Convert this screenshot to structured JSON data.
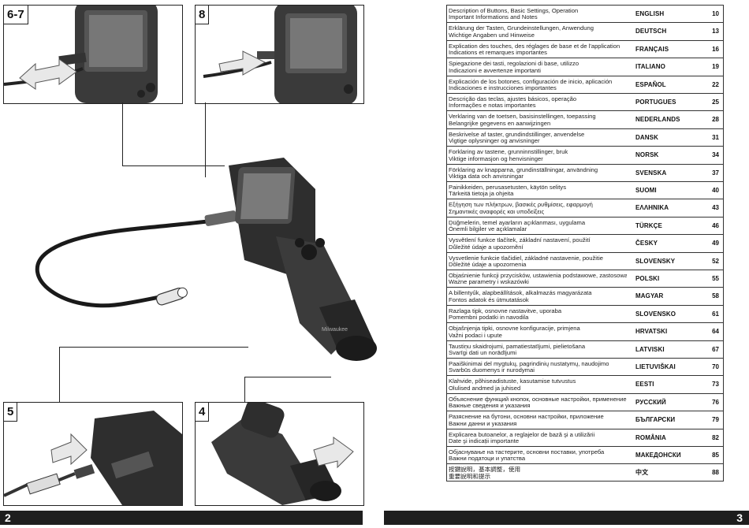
{
  "figures": {
    "fig_6_7": "6-7",
    "fig_8": "8",
    "fig_5": "5",
    "fig_4": "4",
    "main_illus_brand": "Milwaukee"
  },
  "toc": [
    {
      "desc": [
        "Description of Buttons, Basic Settings, Operation",
        "Important Informations and Notes"
      ],
      "lang": "ENGLISH",
      "page": "10"
    },
    {
      "desc": [
        "Erklärung der Tasten, Grundeinstellungen, Anwendung",
        "Wichtige Angaben und Hinweise"
      ],
      "lang": "DEUTSCH",
      "page": "13"
    },
    {
      "desc": [
        "Explication des touches, des réglages de base et de l'application",
        "Indications et remarques importantes"
      ],
      "lang": "FRANÇAIS",
      "page": "16"
    },
    {
      "desc": [
        "Spiegazione dei tasti, regolazioni di base, utilizzo",
        "Indicazioni e avvertenze importanti"
      ],
      "lang": "ITALIANO",
      "page": "19"
    },
    {
      "desc": [
        "Explicación de los botones, configuración de inicio, aplicación",
        "Indicaciones e instrucciones importantes"
      ],
      "lang": "ESPAÑOL",
      "page": "22"
    },
    {
      "desc": [
        "Descrição das teclas, ajustes básicos, operação",
        "Informações e notas importantes"
      ],
      "lang": "PORTUGUES",
      "page": "25"
    },
    {
      "desc": [
        "Verklaring van de toetsen, basisinstellingen, toepassing",
        "Belangrijke gegevens en aanwijzingen"
      ],
      "lang": "NEDERLANDS",
      "page": "28"
    },
    {
      "desc": [
        "Beskrivelse af taster, grundindstillinger, anvendelse",
        "Vigtige oplysninger og anvisninger"
      ],
      "lang": "DANSK",
      "page": "31"
    },
    {
      "desc": [
        "Forklaring av tastene, grunninnstillinger, bruk",
        "Viktige informasjon og henvisninger"
      ],
      "lang": "NORSK",
      "page": "34"
    },
    {
      "desc": [
        "Förklaring av knapparna, grundinställningar, användning",
        "Viktiga data och anvisningar"
      ],
      "lang": "SVENSKA",
      "page": "37"
    },
    {
      "desc": [
        "Painikkeiden, perusasetusten, käytön selitys",
        "Tärkeitä tietoja ja ohjeita"
      ],
      "lang": "SUOMI",
      "page": "40"
    },
    {
      "desc": [
        "Εξήγηση των πλήκτρων, βασικές ρυθμίσεις, εφαρμογή",
        "Σημαντικές αναφορές και υποδείξεις"
      ],
      "lang": "ΕΛΛΗΝΙΚΑ",
      "page": "43"
    },
    {
      "desc": [
        "Düğmelerin, temel ayarların açıklanması, uygulama",
        "Önemli bilgiler ve açıklamalar"
      ],
      "lang": "TÜRKÇE",
      "page": "46"
    },
    {
      "desc": [
        "Vysvětlení funkce tlačítek, základní nastavení, použití",
        "Důležité údaje a upozornění"
      ],
      "lang": "ČESKY",
      "page": "49"
    },
    {
      "desc": [
        "Vysvetlenie funkcie tlačidiel, základné nastavenie, použitie",
        "Dôležité údaje a upozornenia"
      ],
      "lang": "SLOVENSKY",
      "page": "52"
    },
    {
      "desc": [
        "Objaśnienie funkcji przycisków, ustawienia podstawowe, zastosowanie",
        "Ważne parametry i wskazówki"
      ],
      "lang": "POLSKI",
      "page": "55"
    },
    {
      "desc": [
        "A billentyűk, alapbeállítások, alkalmazás magyarázata",
        "Fontos adatok és útmutatások"
      ],
      "lang": "MAGYAR",
      "page": "58"
    },
    {
      "desc": [
        "Razlaga tipk, osnovne nastavitve, uporaba",
        "Pomembni podatki in navodila"
      ],
      "lang": "SLOVENSKO",
      "page": "61"
    },
    {
      "desc": [
        "Objašnjenja tipki, osnovne konfiguracije, primjena",
        "Važni podaci i upute"
      ],
      "lang": "HRVATSKI",
      "page": "64"
    },
    {
      "desc": [
        "Taustiņu skaidrojumi, pamatiestatījumi, pielietošana",
        "Svarīgi dati un norādījumi"
      ],
      "lang": "LATVISKI",
      "page": "67"
    },
    {
      "desc": [
        "Paaiškinimai del mygtukų, pagrindinių nustatymų, naudojimo",
        "Svarbūs duomenys ir nurodymai"
      ],
      "lang": "LIETUVIŠKAI",
      "page": "70"
    },
    {
      "desc": [
        "Klahvide, põhiseadistuste, kasutamise tutvustus",
        "Olulised andmed ja juhised"
      ],
      "lang": "EESTI",
      "page": "73"
    },
    {
      "desc": [
        "Объяснение функций кнопок, основные настройки, применение",
        "Важные сведения и указания"
      ],
      "lang": "РУССКИЙ",
      "page": "76"
    },
    {
      "desc": [
        "Разяснение на бутони, основни настройки, приложение",
        "Важни данни и указания"
      ],
      "lang": "БЪЛГАРСКИ",
      "page": "79"
    },
    {
      "desc": [
        "Explicarea butoanelor, a reglajelor de bază şi a utilizării",
        "Date şi indicații importante"
      ],
      "lang": "ROMÂNIA",
      "page": "82"
    },
    {
      "desc": [
        "Објаснување на тастерите, основни поставки, употреба",
        "Важни податоци и упатства"
      ],
      "lang": "МАКЕДОНСКИ",
      "page": "85"
    },
    {
      "desc": [
        "按鍵說明，基本調整，使用",
        "重要說明和提示"
      ],
      "lang": "中文",
      "page": "88"
    }
  ],
  "footer": {
    "left_page": "2",
    "right_page": "3"
  }
}
